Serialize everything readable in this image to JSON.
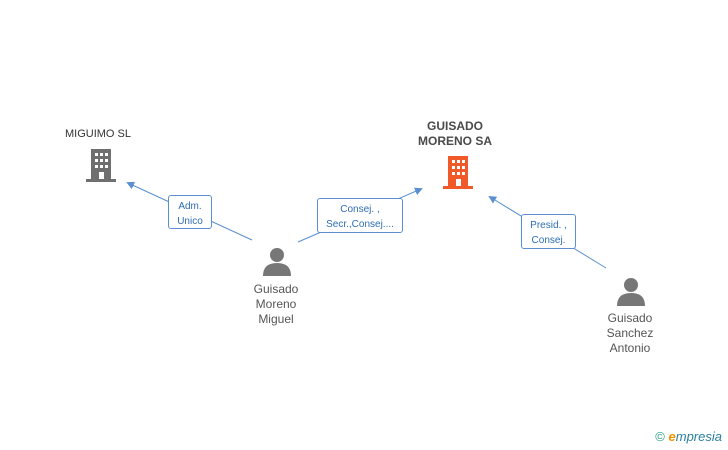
{
  "nodes": {
    "miguimo": {
      "name": "MIGUIMO SL",
      "color": "#6f6f6f"
    },
    "guisado_moreno_sa": {
      "line1": "GUISADO",
      "line2": "MORENO SA",
      "color": "#f05a28"
    },
    "person_miguel": {
      "line1": "Guisado",
      "line2": "Moreno",
      "line3": "Miguel"
    },
    "person_antonio": {
      "line1": "Guisado",
      "line2": "Sanchez",
      "line3": "Antonio"
    }
  },
  "edges": {
    "miguel_to_miguimo": {
      "line1": "Adm.",
      "line2": "Unico"
    },
    "miguel_to_gmsa": {
      "line1": "Consej. ,",
      "line2": "Secr.,Consej...."
    },
    "antonio_to_gmsa": {
      "line1": "Presid. ,",
      "line2": "Consej."
    }
  },
  "colors": {
    "edge": "#5b8fd0",
    "person": "#777777"
  },
  "footer": {
    "copyright": "©",
    "brand_e": "e",
    "brand_rest": "mpresia"
  }
}
